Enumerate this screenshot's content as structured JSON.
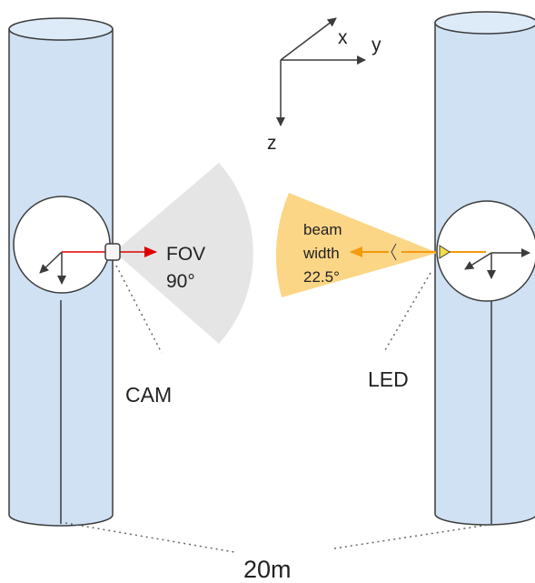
{
  "axes": {
    "x": "x",
    "y": "y",
    "z": "z"
  },
  "camera": {
    "fov_label": "FOV",
    "fov_value": "90°",
    "label": "CAM"
  },
  "led": {
    "beam_line1": "beam",
    "beam_line2": "width",
    "beam_value": "22.5°",
    "label": "LED"
  },
  "distance": "20m",
  "colors": {
    "pole_fill": "#cfe1f3",
    "pole_stroke": "#3c3c3c",
    "fov_fill": "#e5e5e5",
    "beam_fill": "#fbd687",
    "cam_arrow": "#e00000",
    "led_arrow": "#f59a0c"
  }
}
